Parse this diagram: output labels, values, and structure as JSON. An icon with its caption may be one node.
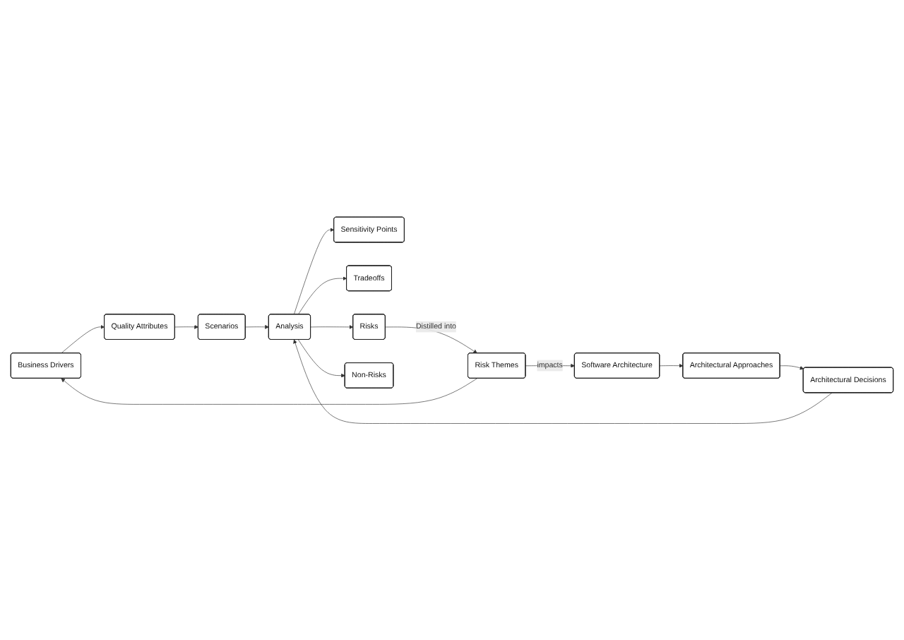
{
  "diagram": {
    "nodes": [
      {
        "text": [
          "Business Drivers"
        ]
      },
      {
        "text": [
          "Quality Attributes"
        ]
      },
      {
        "text": [
          "Scenarios"
        ]
      },
      {
        "text": [
          "Analysis"
        ]
      },
      {
        "text": [
          "Software Architecture"
        ]
      },
      {
        "text": [
          "Architectural Approaches"
        ]
      },
      {
        "text": [
          "Architectural Decisions"
        ]
      },
      {
        "text": [
          "Sensitivity Points"
        ]
      },
      {
        "text": [
          "Tradeoffs"
        ]
      },
      {
        "text": [
          "Risks"
        ]
      },
      {
        "text": [
          "Non-Risks"
        ]
      },
      {
        "text": [
          "Risk Themes"
        ]
      }
    ],
    "edges": [
      {
        "from": 0,
        "to": 1,
        "arrow": "to"
      },
      {
        "from": 1,
        "to": 2,
        "arrow": "to"
      },
      {
        "from": 2,
        "to": 3,
        "arrow": "to"
      },
      {
        "from": 4,
        "to": 5,
        "arrow": "to"
      },
      {
        "from": 5,
        "to": 6,
        "arrow": "to"
      },
      {
        "from": 6,
        "to": 3,
        "arrow": "to"
      },
      {
        "from": 3,
        "to": 7,
        "arrow": "to"
      },
      {
        "from": 3,
        "to": 8,
        "arrow": "to"
      },
      {
        "from": 3,
        "to": 9,
        "arrow": "to"
      },
      {
        "from": 3,
        "to": 10,
        "arrow": "to"
      },
      {
        "from": 9,
        "to": 11,
        "arrow": "to",
        "label": "Distilled into"
      },
      {
        "from": 11,
        "to": 0,
        "arrow": "to"
      },
      {
        "from": 11,
        "to": 4,
        "arrow": "to",
        "label": "impacts"
      }
    ]
  }
}
